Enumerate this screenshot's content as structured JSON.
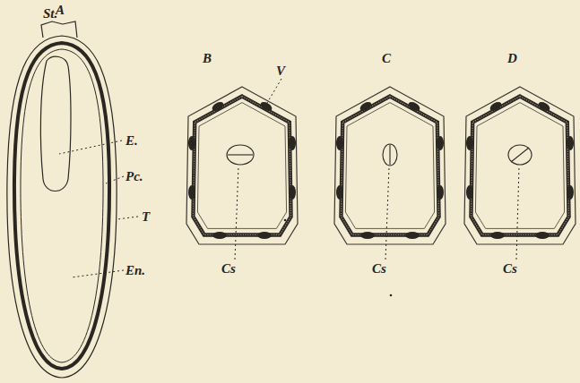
{
  "diagram": {
    "labels": [
      "A",
      "St.",
      "E.",
      "Pc.",
      "T",
      "En.",
      "B",
      "V",
      "Cs",
      "C",
      "Cs",
      "D",
      "Cs"
    ]
  }
}
